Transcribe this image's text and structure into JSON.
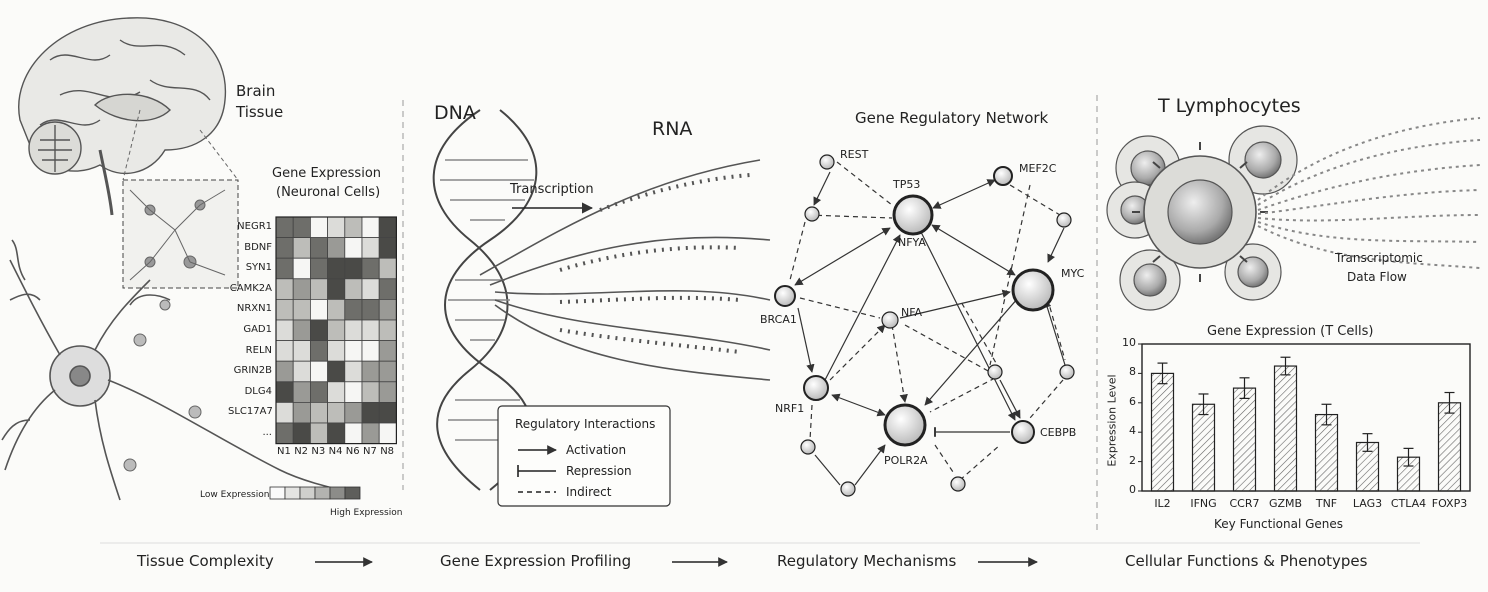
{
  "panel_brain": {
    "title_line1": "Brain",
    "title_line2": "Tissue",
    "heatmap_title_line1": "Gene Expression",
    "heatmap_title_line2": "(Neuronal Cells)",
    "genes": [
      "NEGR1",
      "BDNF",
      "SYN1",
      "CAMK2A",
      "NRXN1",
      "GAD1",
      "RELN",
      "GRIN2B",
      "DLG4",
      "SLC17A7",
      "..."
    ],
    "cells": [
      "N1",
      "N2",
      "N3",
      "N4",
      "N6",
      "N7",
      "N8"
    ],
    "scale_low": "Low Expression",
    "scale_high": "High Expression"
  },
  "panel_dna": {
    "dna_label": "DNA",
    "rna_label": "RNA",
    "transcription_label": "Transcription"
  },
  "panel_network": {
    "title": "Gene Regulatory Network",
    "nodes": {
      "REST": "REST",
      "TP53": "TP53",
      "MEF2C": "MEF2C",
      "NFYA": "NFYA",
      "MYC": "MYC",
      "BRCA1": "BRCA1",
      "NFA": "NFA",
      "NRF1": "NRF1",
      "POLR2A": "POLR2A",
      "CEBPB": "CEBPB"
    },
    "legend": {
      "title": "Regulatory Interactions",
      "activation": "Activation",
      "repression": "Repression",
      "indirect": "Indirect"
    }
  },
  "panel_tcells": {
    "title": "T Lymphocytes",
    "flow_label_line1": "Transcriptomic",
    "flow_label_line2": "Data Flow"
  },
  "chart_data": {
    "type": "bar",
    "title": "Gene Expression (T Cells)",
    "xlabel": "Key Functional Genes",
    "ylabel": "Expression Level",
    "categories": [
      "IL2",
      "IFNG",
      "CCR7",
      "GZMB",
      "TNF",
      "LAG3",
      "CTLA4",
      "FOXP3"
    ],
    "values": [
      8.0,
      5.9,
      7.0,
      8.5,
      5.2,
      3.3,
      2.3,
      6.0
    ],
    "errors": [
      0.7,
      0.7,
      0.7,
      0.6,
      0.7,
      0.6,
      0.6,
      0.7
    ],
    "ylim": [
      0,
      10
    ],
    "yticks": [
      "0",
      "2",
      "4",
      "6",
      "8",
      "10"
    ]
  },
  "footer": {
    "step1": "Tissue Complexity",
    "step2": "Gene Expression Profiling",
    "step3": "Regulatory Mechanisms",
    "step4": "Cellular Functions & Phenotypes"
  }
}
